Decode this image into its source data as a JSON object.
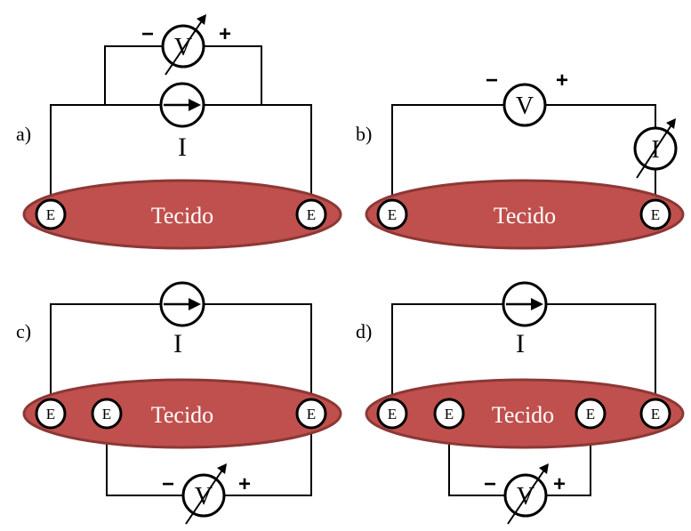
{
  "panels": [
    {
      "id": "a",
      "label": "a)",
      "tissue": "Tecido",
      "electrode": "E",
      "voltmeter": "V",
      "current_label": "I",
      "minus": "−",
      "plus": "+"
    },
    {
      "id": "b",
      "label": "b)",
      "tissue": "Tecido",
      "electrode": "E",
      "voltmeter": "V",
      "ammeter": "I",
      "minus": "−",
      "plus": "+"
    },
    {
      "id": "c",
      "label": "c)",
      "tissue": "Tecido",
      "electrode": "E",
      "voltmeter": "V",
      "current_label": "I",
      "minus": "−",
      "plus": "+"
    },
    {
      "id": "d",
      "label": "d)",
      "tissue": "Tecido",
      "electrode": "E",
      "voltmeter": "V",
      "current_label": "I",
      "minus": "−",
      "plus": "+"
    }
  ]
}
